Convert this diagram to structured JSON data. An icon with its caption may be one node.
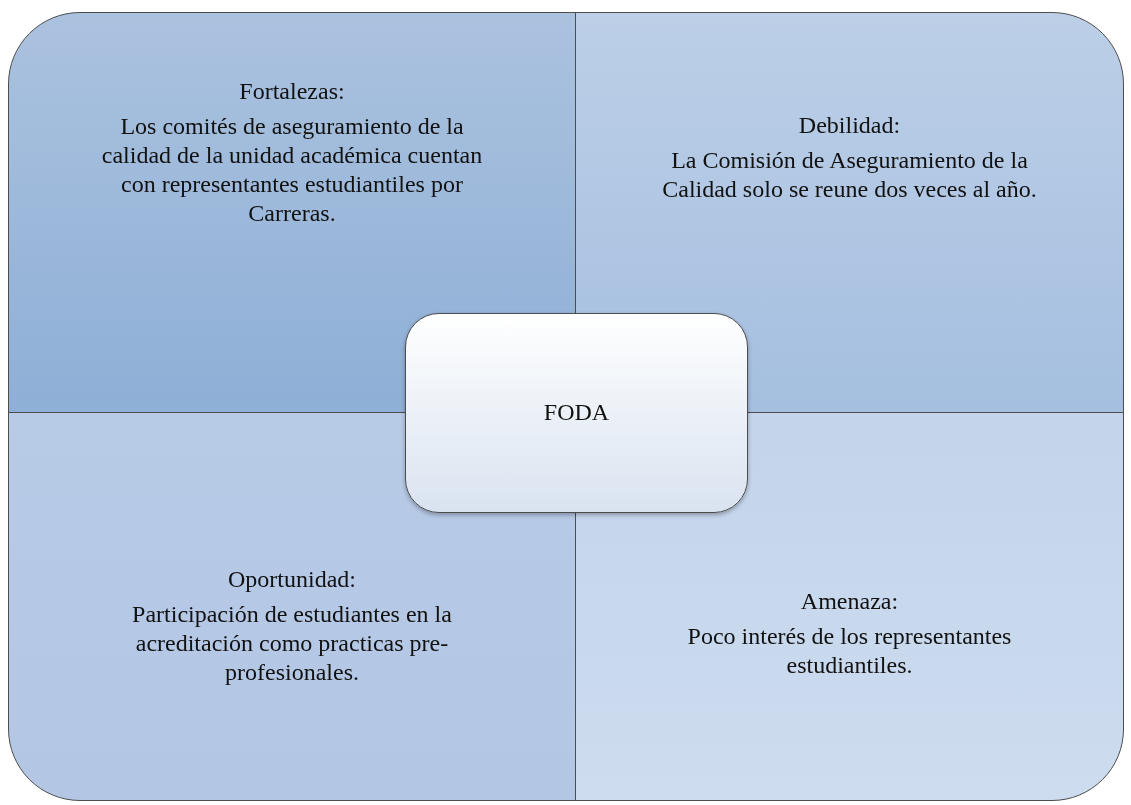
{
  "diagram": {
    "nodes": [
      {
        "text": [
          "Fortalezas:",
          "Los comités de aseguramiento de la calidad de la unidad académica cuentan con representantes estudiantiles por Carreras."
        ]
      },
      {
        "text": [
          "Debilidad:",
          "La Comisión de Aseguramiento de la Calidad solo se reune dos veces al año."
        ]
      },
      {
        "text": [
          "FODA"
        ]
      },
      {
        "text": [
          "Oportunidad:",
          "Participación de estudiantes en la acreditación como practicas pre-profesionales."
        ]
      },
      {
        "text": [
          "Amenaza:",
          "Poco interés de los representantes estudiantiles."
        ]
      }
    ]
  }
}
